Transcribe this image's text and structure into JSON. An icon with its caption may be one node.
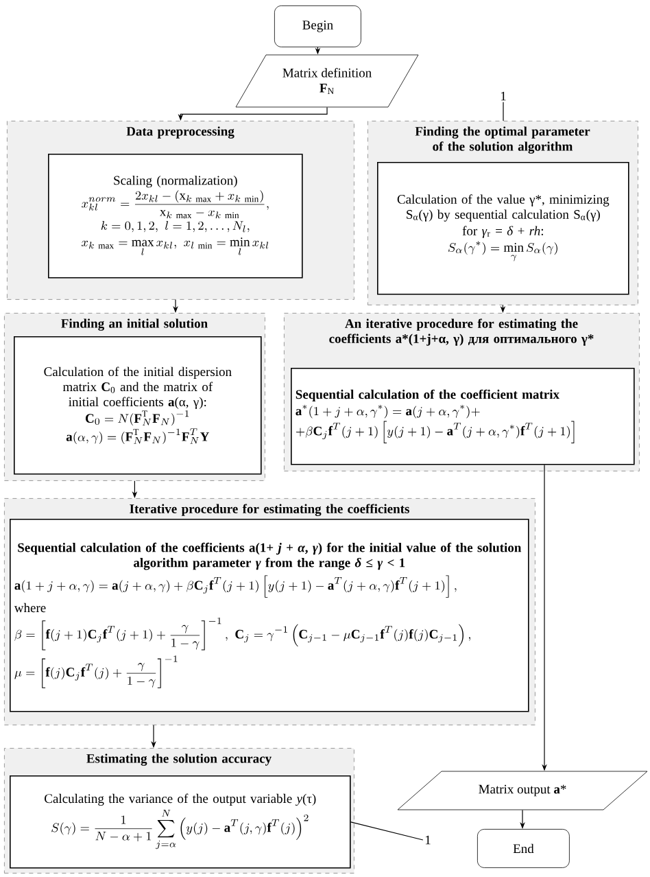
{
  "diagram": {
    "nodes": [
      {
        "text": [
          "Begin"
        ]
      },
      {
        "text": [
          "Matrix definition",
          "**F**$_{N}$"
        ]
      },
      {
        "text": [
          "Data preprocessing"
        ]
      },
      {
        "text": [
          "Scaling (normalization)",
          "x_{kl}^{norm}=\\frac{2x_{kl}-\\left(\\mathrm{x}_{k\\,\\max}+x_{k\\,\\min}\\right)}{\\mathrm{x}_{k\\,\\max}-x_{k\\,\\min}},",
          "k=0,1,2,\\ l=1,2,\\dots,N_{l},",
          "x_{k\\,\\max}=\\max_{l}x_{kl},\\ x_{l\\,\\min}=\\min_{l}x_{kl}"
        ],
        "in": 2
      },
      {
        "text": [
          "Finding the optimal parameter of the solution algorithm"
        ]
      },
      {
        "text": [
          "Calculation of the value γ*, minimizing S$_{α}$(γ) by sequential calculation S$_{α}$(γ)",
          "for *γ*$_{r}$ = *δ* + *rh*:",
          "S_{\\alpha}(\\gamma^{*})=\\min_{\\gamma}S_{\\alpha}(\\gamma)"
        ],
        "in": 4
      },
      {
        "text": [
          "Finding an initial solution"
        ]
      },
      {
        "text": [
          "Calculation of the initial dispersion matrix **C**$_{0}$ and the matrix of initial coefficients **a**(α, γ):",
          "\\mathbf{C}_{0}=N(\\mathbf{F}_{N}^{\\mathrm{T}}\\mathbf{F}_{N})^{-1}",
          "\\mathbf{a}(\\alpha,\\gamma)=(\\mathbf{F}_{N}^{\\mathrm{T}}\\mathbf{F}_{N})^{-1}\\mathbf{F}_{N}^{T}\\mathbf{Y}"
        ],
        "in": 6
      },
      {
        "text": [
          "An iterative procedure for estimating the coefficients a*(1+j+α, γ) для оптимального γ*"
        ]
      },
      {
        "text": [
          "Sequential calculation of the coefficient matrix",
          "\\mathbf{a}^{*}(1+j+\\alpha,\\gamma^{*})=\\mathbf{a}(j+\\alpha,\\gamma^{*})+",
          "+\\beta\\mathbf{C}_{j}\\mathbf{f}^{T}(j+1)\\left[y(j+1)-\\mathbf{a}^{T}(j+\\alpha,\\gamma^{*})\\mathbf{f}^{T}(j+1)\\right]"
        ],
        "in": 8
      },
      {
        "text": [
          "Iterative procedure for estimating the coefficients"
        ]
      },
      {
        "text": [
          "Sequential calculation of the coefficients a(1+ *j* + *α*, *γ*) for the initial value of the solution algorithm parameter *γ* from the range *δ* ≤ *γ* < 1",
          "\\mathbf{a}(1+j+\\alpha,\\gamma)=\\mathbf{a}(j+\\alpha,\\gamma)+\\beta\\mathbf{C}_{j}\\mathbf{f}^{T}(j+1)\\left[y(j+1)-\\mathbf{a}^{T}(j+\\alpha,\\gamma)\\mathbf{f}^{T}(j+1)\\right],",
          "where",
          "\\beta=\\left[\\mathbf{f}(j+1)\\mathbf{C}_{j}\\mathbf{f}^{T}(j+1)+\\frac{\\gamma}{1-\\gamma}\\right]^{-1},\\ \\mathbf{C}_{j}=\\gamma^{-1}\\left(\\mathbf{C}_{j-1}-\\mu\\mathbf{C}_{j-1}\\mathbf{f}^{T}(j)\\mathbf{f}(j)\\mathbf{C}_{j-1}\\right),",
          "\\mu=\\left[\\mathbf{f}(j)\\mathbf{C}_{j}\\mathbf{f}^{T}(j)+\\frac{\\gamma}{1-\\gamma}\\right]^{-1}"
        ],
        "in": 10
      },
      {
        "text": [
          "Estimating the solution accuracy"
        ]
      },
      {
        "text": [
          "Calculating the variance of the output variable *y*(τ)",
          "S(\\gamma)=\\frac{1}{N-\\alpha+1}\\sum_{j=\\alpha}^{N}\\left(y(j)-\\mathbf{a}^{T}(j,\\gamma)\\mathbf{f}^{T}(j)\\right)^{2}"
        ],
        "in": 12
      },
      {
        "text": [
          "Matrix output **a***"
        ]
      },
      {
        "text": [
          "End"
        ]
      },
      {
        "text": [
          "1"
        ]
      },
      {
        "text": [
          "1"
        ]
      }
    ],
    "edges": [
      {
        "from": 0,
        "to": 1,
        "arrow": "to"
      },
      {
        "from": 1,
        "to": 2,
        "arrow": "to"
      },
      {
        "from": 2,
        "to": 6,
        "arrow": "to"
      },
      {
        "from": 4,
        "to": 8,
        "arrow": "to"
      },
      {
        "from": 6,
        "to": 10,
        "arrow": "to"
      },
      {
        "from": 9,
        "to": 14,
        "arrow": "to"
      },
      {
        "from": 10,
        "to": 12,
        "arrow": "to"
      },
      {
        "from": 14,
        "to": 15,
        "arrow": "to"
      },
      {
        "from": 16,
        "to": 4,
        "arrow": "none"
      },
      {
        "from": 13,
        "to": 17,
        "arrow": "none"
      }
    ]
  }
}
